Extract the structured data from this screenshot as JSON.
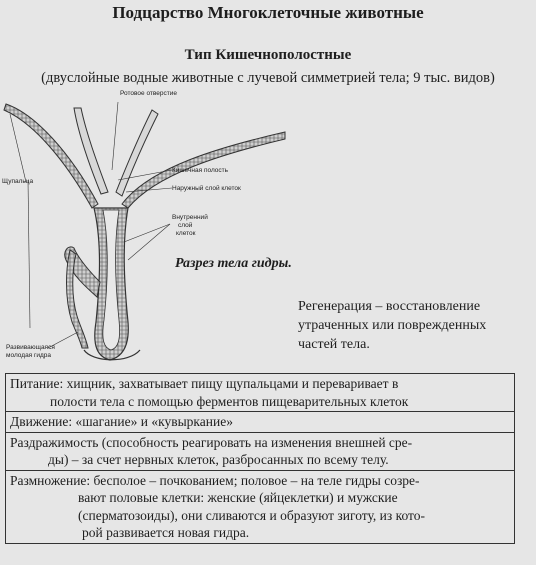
{
  "page_title": "Подцарство Многоклеточные животные",
  "type_title": "Тип Кишечнополостные",
  "type_subtitle": "(двуслойные водные животные с лучевой симметрией тела; 9 тыс. видов)",
  "diagram": {
    "labels": {
      "mouth": "Ротовое отверстие",
      "tentacles": "Щупальца",
      "cavity": "Кишечная полость",
      "outer": "Наружный слой клеток",
      "inner_1": "Внутренний",
      "inner_2": "слой",
      "inner_3": "клеток",
      "bud_1": "Развивающаяся",
      "bud_2": "молодая гидра"
    },
    "caption": "Разрез тела гидры."
  },
  "regeneration": {
    "lines": [
      "Регенерация – восстановление",
      "утраченных или поврежденных",
      "частей тела."
    ]
  },
  "table": {
    "nutrition": {
      "line1": "Питание:  хищник, захватывает пищу щупальцами и переваривает в",
      "line2": "полости тела с помощью ферментов пищеварительных клеток"
    },
    "movement": "Движение: «шагание» и «кувыркание»",
    "irritability": {
      "line1": "Раздражимость (способность реагировать на изменения внешней сре-",
      "line2": "ды) – за счет нервных клеток, разбросанных по всему телу."
    },
    "reproduction": {
      "line1": "Размножение: бесполое – почкованием; половое – на теле гидры созре-",
      "line2": "вают половые клетки: женские (яйцеклетки)  и мужские",
      "line3": "(сперматозоиды), они сливаются и образуют зиготу, из кото-",
      "line4": "рой развивается новая гидра."
    }
  }
}
